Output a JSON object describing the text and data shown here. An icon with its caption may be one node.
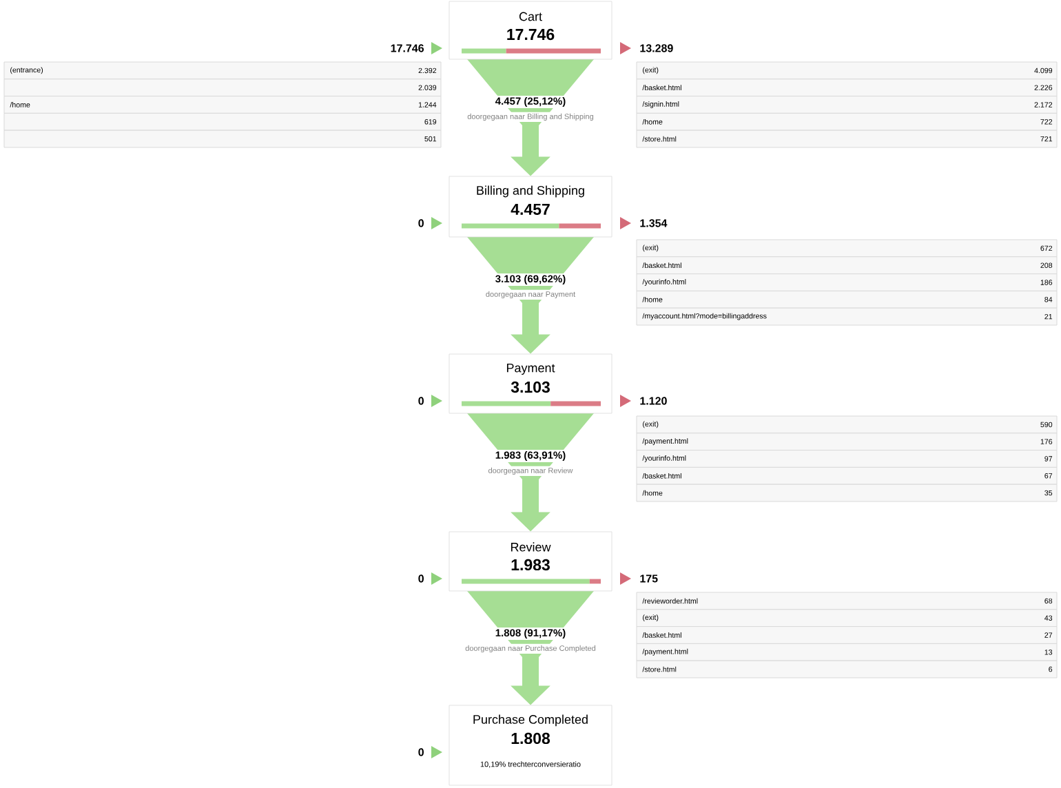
{
  "diagram": {
    "nodes": [
      {
        "text": [
          "Cart",
          "17.746"
        ],
        "beside": [
          "17.746",
          "13.289"
        ]
      },
      {
        "text": [
          "Billing and Shipping",
          "4.457"
        ],
        "beside": [
          "0",
          "1.354"
        ]
      },
      {
        "text": [
          "Payment",
          "3.103"
        ],
        "beside": [
          "0",
          "1.120"
        ]
      },
      {
        "text": [
          "Review",
          "1.983"
        ],
        "beside": [
          "0",
          "175"
        ]
      },
      {
        "text": [
          "Purchase Completed",
          "1.808",
          "10,19% trechterconversieratio"
        ],
        "beside": [
          "0"
        ]
      }
    ],
    "edges": [
      {
        "from": 0,
        "to": 1,
        "arrow": "to",
        "label": "4.457 (25,12%)"
      },
      {
        "from": 1,
        "to": 2,
        "arrow": "to",
        "label": "3.103 (69,62%)"
      },
      {
        "from": 2,
        "to": 3,
        "arrow": "to",
        "label": "1.983 (63,91%)"
      },
      {
        "from": 3,
        "to": 4,
        "arrow": "to",
        "label": "1.808 (91,17%)"
      }
    ],
    "labels": [
      "doorgegaan naar Billing and Shipping",
      "(entrance)",
      "2.392",
      "2.039",
      "/home",
      "1.244",
      "619",
      "501",
      "(exit)",
      "4.099",
      "/basket.html",
      "2.226",
      "/signin.html",
      "2.172",
      "/home",
      "722",
      "/store.html",
      "721",
      "doorgegaan naar Payment",
      "(exit)",
      "672",
      "/basket.html",
      "208",
      "/yourinfo.html",
      "186",
      "/home",
      "84",
      "/myaccount.html?mode=billingaddress",
      "21",
      "doorgegaan naar Review",
      "(exit)",
      "590",
      "/payment.html",
      "176",
      "/yourinfo.html",
      "97",
      "/basket.html",
      "67",
      "/home",
      "35",
      "doorgegaan naar Purchase Completed",
      "/revieworder.html",
      "68",
      "(exit)",
      "43",
      "/basket.html",
      "27",
      "/payment.html",
      "13",
      "/store.html",
      "6"
    ]
  }
}
